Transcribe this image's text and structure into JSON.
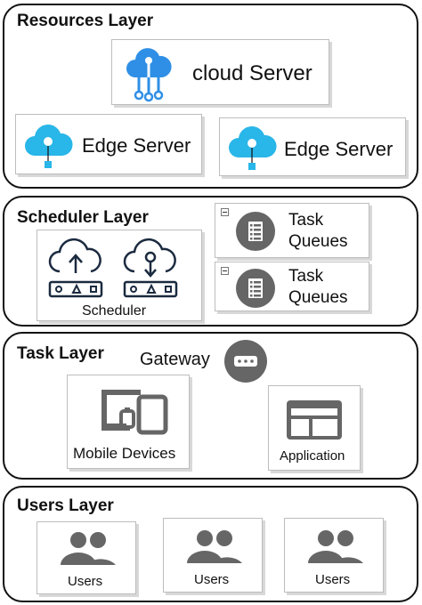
{
  "resources": {
    "title": "Resources Layer",
    "cloud_server": "cloud Server",
    "edge_server_1": "Edge Server",
    "edge_server_2": "Edge Server"
  },
  "scheduler": {
    "title": "Scheduler Layer",
    "scheduler_label": "Scheduler",
    "queue_1": [
      "Task",
      "Queues"
    ],
    "queue_2": [
      "Task",
      "Queues"
    ]
  },
  "task": {
    "title": "Task Layer",
    "gateway": "Gateway",
    "mobile_devices": "Mobile Devices",
    "application": "Application"
  },
  "users": {
    "title": "Users Layer",
    "user_1": "Users",
    "user_2": "Users",
    "user_3": "Users"
  },
  "colors": {
    "cloud_blue": "#2f8fe6",
    "edge_teal": "#29b6e8",
    "icon_gray": "#666666",
    "dark_navy": "#1b2a3f"
  }
}
